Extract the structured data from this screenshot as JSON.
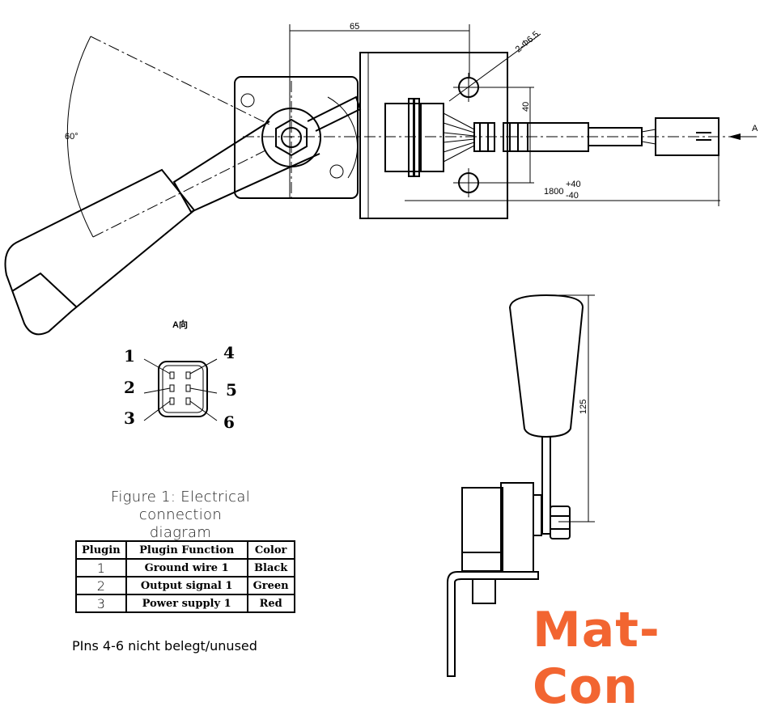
{
  "dimensions": {
    "width_65": "65",
    "angle": "60°",
    "holes": "2-Φ6.5",
    "hole_spacing": "40",
    "cable_length": "1800",
    "cable_tol_plus": "+40",
    "cable_tol_minus": "-40",
    "height_125": "125",
    "view_arrow": "A",
    "view_label": "A向"
  },
  "connector_pins": [
    "1",
    "2",
    "3",
    "4",
    "5",
    "6"
  ],
  "figure_caption": {
    "line1": "Figure 1: Electrical connection",
    "line2": "diagram"
  },
  "table": {
    "headers": [
      "Plugin",
      "Plugin Function",
      "Color"
    ],
    "rows": [
      {
        "plugin": "1",
        "function": "Ground wire 1",
        "color": "Black"
      },
      {
        "plugin": "2",
        "function": "Output signal 1",
        "color": "Green"
      },
      {
        "plugin": "3",
        "function": "Power supply 1",
        "color": "Red"
      }
    ]
  },
  "note": "PIns 4-6 nicht belegt/unused",
  "logo": {
    "text": "Mat-Con",
    "color": "#f26531"
  }
}
